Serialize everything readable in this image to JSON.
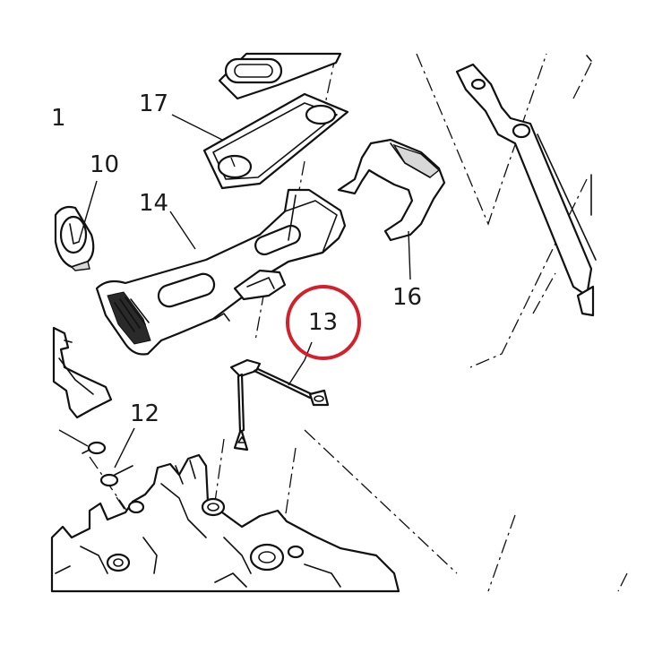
{
  "diagram": {
    "callouts": {
      "c1": "1",
      "c10": "10",
      "c12": "12",
      "c13": "13",
      "c14": "14",
      "c16": "16",
      "c17": "17"
    },
    "highlight": {
      "target": "13",
      "color": "#d4202a"
    }
  }
}
